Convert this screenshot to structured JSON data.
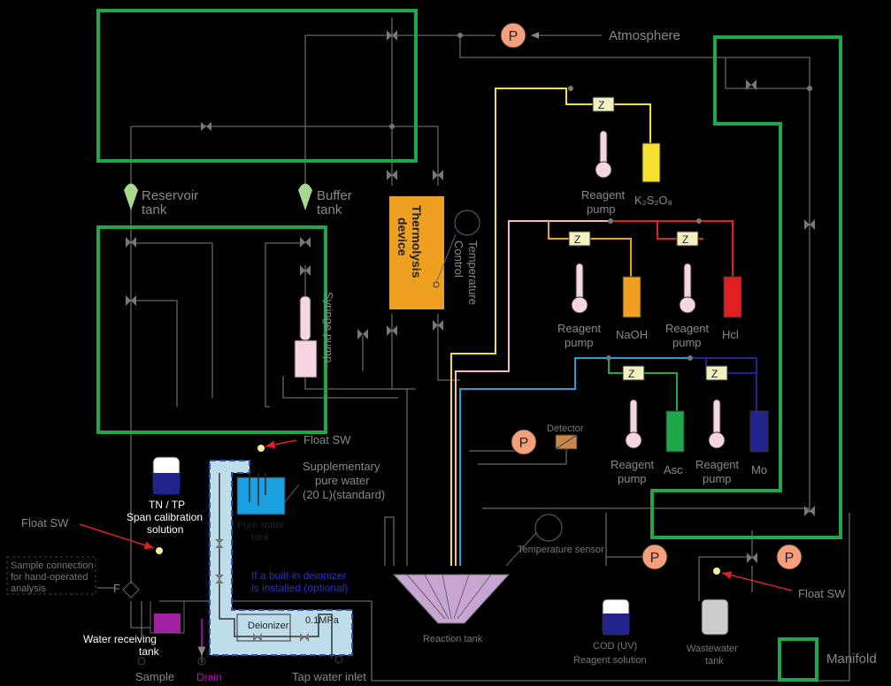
{
  "labels": {
    "atmosphere": "Atmosphere",
    "reservoir": [
      "Reservoir",
      "tank"
    ],
    "buffer": [
      "Buffer",
      "tank"
    ],
    "thermolysis": [
      "Thermolysis",
      "device"
    ],
    "temperature_control": [
      "Temperature",
      "Control"
    ],
    "syringe_pump": "Syringe pump",
    "float_sw": "Float SW",
    "supplementary": [
      "Supplementary",
      "pure water",
      "(20 L)(standard)"
    ],
    "pure_water_tank": [
      "Pure water",
      "tank"
    ],
    "tn_tp": [
      "TN / TP",
      "Span calibration",
      "solution"
    ],
    "deionizer_note": [
      "If a built-in deionizer",
      "is installed (optional)"
    ],
    "deionizer": "Deionizer",
    "pressure": "0.1MPa",
    "water_receiving": [
      "Water receiving",
      "tank"
    ],
    "sample_connection": [
      "Sample connection",
      "for hand-operated",
      "analysis"
    ],
    "f_label": "F",
    "sample": "Sample",
    "drain": "Drain",
    "tap_water": "Tap water inlet",
    "reaction_tank": "Reaction tank",
    "temperature_sensor": "Temperature sensor",
    "detector": "Detector",
    "reagent_pump": [
      "Reagent",
      "pump"
    ],
    "k2s2o8": "K₂S₂O₈",
    "naoh": "NaOH",
    "hcl": "Hcl",
    "asc": "Asc",
    "mo": "Mo",
    "cod": [
      "COD (UV)",
      "Reagent solution"
    ],
    "wastewater": [
      "Wastewater",
      "tank"
    ],
    "manifold": "Manifold",
    "p": "P",
    "z": "Z"
  },
  "colors": {
    "background": "#000000",
    "manifold": "#1ea84a",
    "pump_badge": "#f5a07a",
    "thermolysis": "#f0a020",
    "yellow_line": "#f5e030",
    "pink_line": "#f2b8c6",
    "red_line": "#e02020",
    "cyan_line": "#1fa3d6",
    "blue_line": "#23238c",
    "green_line": "#1ea84a",
    "orange_line": "#f0a020"
  }
}
